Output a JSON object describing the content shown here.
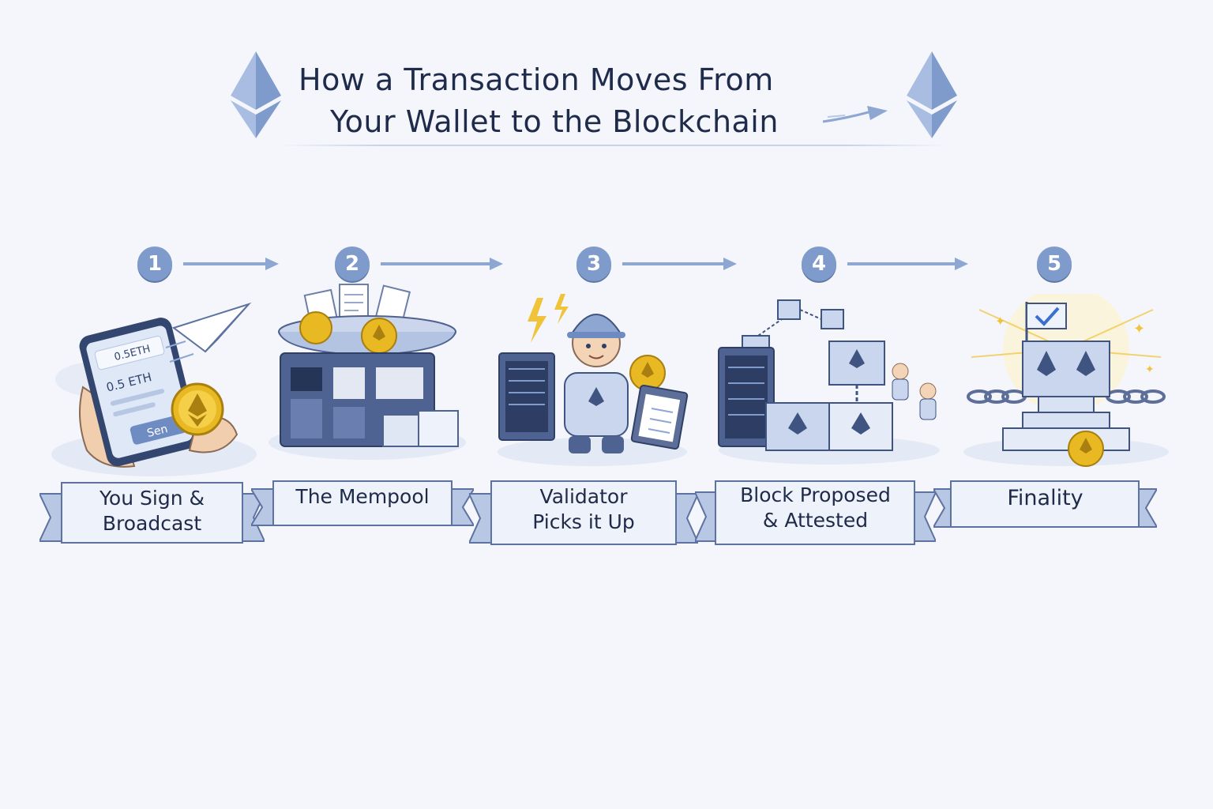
{
  "title": {
    "line1": "How a Transaction Moves From",
    "line2": "Your Wallet to the Blockchain"
  },
  "steps": [
    {
      "number": "1",
      "label": "You Sign &\nBroadcast",
      "icon": "phone-wallet-icon"
    },
    {
      "number": "2",
      "label": "The Mempool",
      "icon": "mempool-server-icon"
    },
    {
      "number": "3",
      "label": "Validator\nPicks it Up",
      "icon": "validator-worker-icon"
    },
    {
      "number": "4",
      "label": "Block Proposed\n& Attested",
      "icon": "block-chain-icon"
    },
    {
      "number": "5",
      "label": "Finality",
      "icon": "finality-flag-icon"
    }
  ],
  "phone": {
    "line1": "0.5ETH",
    "line2": "0.5 ETH",
    "button": "Sen"
  },
  "colors": {
    "accent": "#7f9bcc",
    "dark_blue": "#3f5480",
    "gold": "#e8b923",
    "background": "#f4f6fb"
  }
}
